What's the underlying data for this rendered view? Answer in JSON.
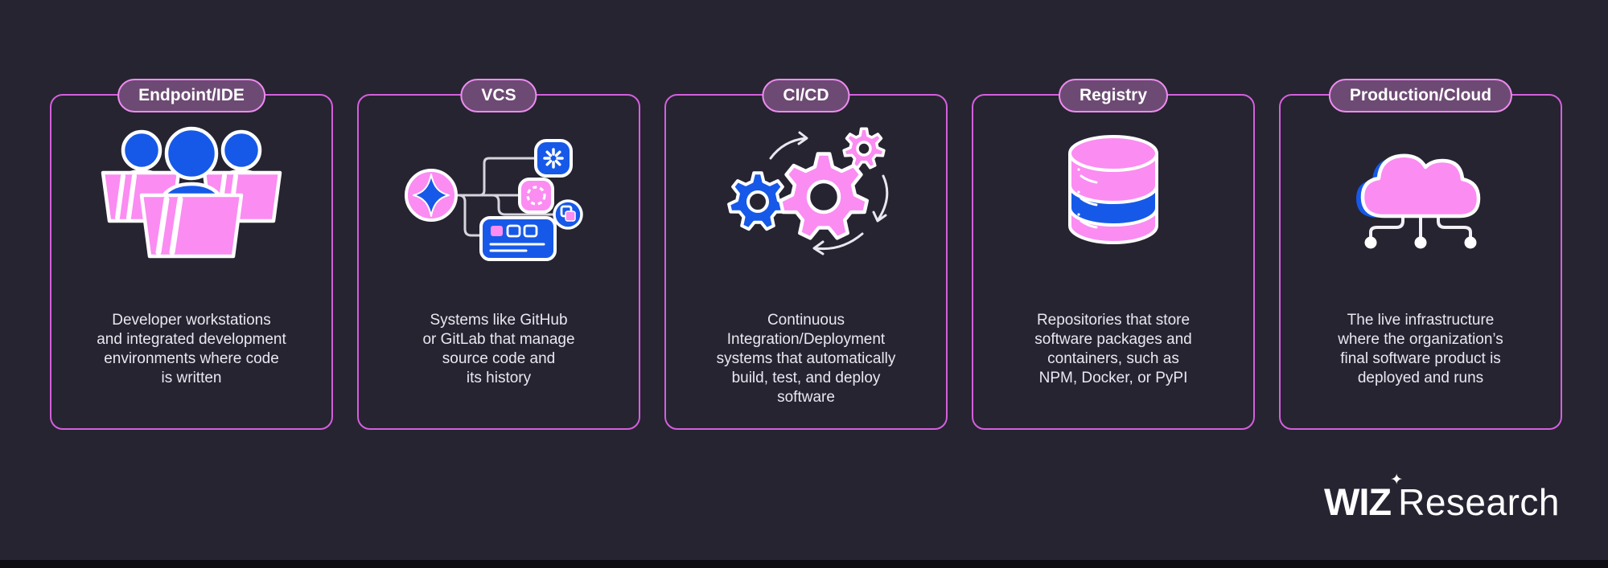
{
  "title_context": "software supply chain stages",
  "colors": {
    "background": "#262431",
    "card_border": "#d55fdd",
    "pill_background": "#6d4a74",
    "pill_border": "#ec8cee",
    "body_text": "#e9e7ef",
    "icon_pink": "#fb8cf2",
    "icon_blue": "#1659e8",
    "outline_white": "#ffffff"
  },
  "cards": [
    {
      "label": "Endpoint/IDE",
      "icon": "developers-icon",
      "description": "Developer workstations\nand integrated development\nenvironments where code\nis written"
    },
    {
      "label": "VCS",
      "icon": "version-control-icon",
      "description": "Systems like GitHub\nor GitLab that manage\nsource code and\nits history"
    },
    {
      "label": "CI/CD",
      "icon": "gears-icon",
      "description": "Continuous\nIntegration/Deployment\nsystems that automatically\nbuild, test, and deploy\nsoftware"
    },
    {
      "label": "Registry",
      "icon": "database-icon",
      "description": "Repositories that store\nsoftware packages and\ncontainers, such as\nNPM, Docker, or PyPI"
    },
    {
      "label": "Production/Cloud",
      "icon": "cloud-network-icon",
      "description": "The live infrastructure\nwhere the organization’s\nfinal software product is\ndeployed and runs"
    }
  ],
  "logo": {
    "brand": "WIZ",
    "sparkle": "✦",
    "suffix": "Research"
  }
}
